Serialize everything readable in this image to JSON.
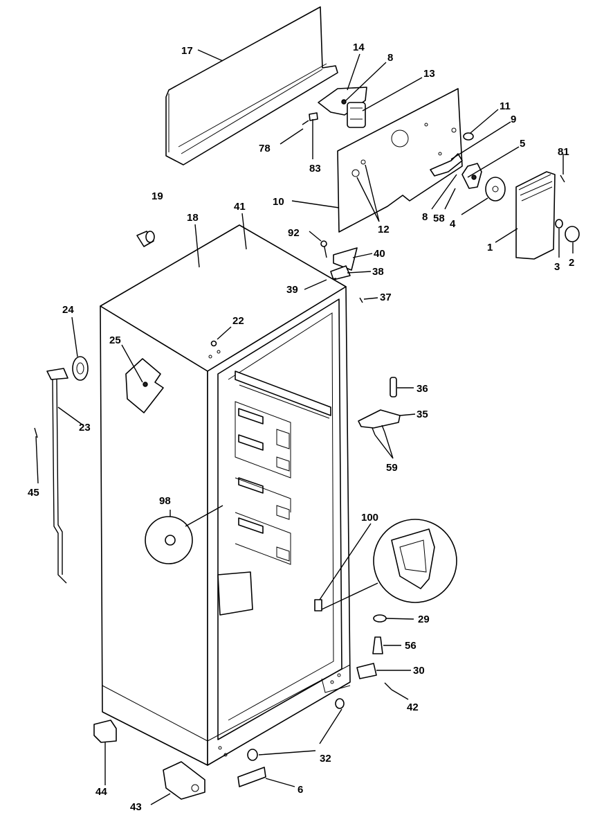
{
  "diagram": {
    "labels": {
      "p17": "17",
      "p14": "14",
      "p8a": "8",
      "p13": "13",
      "p11": "11",
      "p9": "9",
      "p5": "5",
      "p81": "81",
      "p78": "78",
      "p83": "83",
      "p10": "10",
      "p12": "12",
      "p8b": "8",
      "p58a": "58",
      "p4": "4",
      "p1": "1",
      "p3": "3",
      "p2": "2",
      "p19": "19",
      "p18": "18",
      "p41": "41",
      "p92": "92",
      "p40": "40",
      "p38": "38",
      "p39": "39",
      "p37": "37",
      "p24": "24",
      "p22": "22",
      "p25": "25",
      "p23": "23",
      "p36": "36",
      "p35": "35",
      "p59": "59",
      "p45": "45",
      "p98": "98",
      "p100": "100",
      "p29": "29",
      "p56": "56",
      "p30": "30",
      "p42": "42",
      "p32": "32",
      "p44": "44",
      "p6": "6",
      "p43": "43"
    }
  }
}
